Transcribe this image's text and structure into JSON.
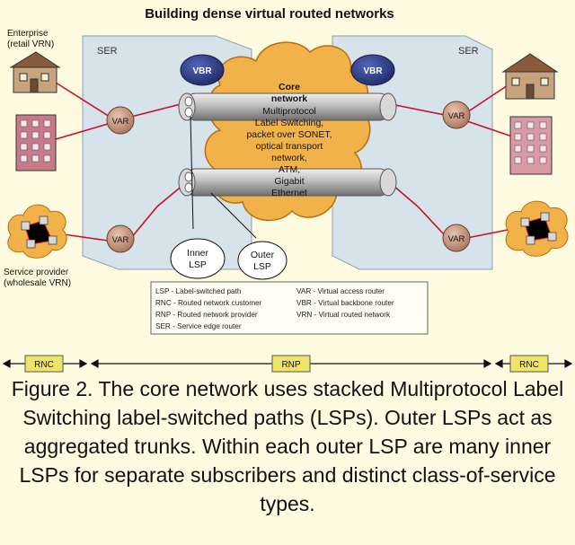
{
  "title": "Building dense virtual routed networks",
  "ser_left": "SER",
  "ser_right": "SER",
  "vbr": "VBR",
  "var": "VAR",
  "enterprise_label": [
    "Enterprise",
    "(retail VRN)"
  ],
  "provider_label": [
    "Service provider",
    "(wholesale VRN)"
  ],
  "core_title": [
    "Core",
    "network"
  ],
  "core_body": [
    "Multiprotocol",
    "Label Switching,",
    "packet over SONET,",
    "optical transport",
    "network,",
    "ATM,",
    "Gigabit",
    "Ethernet"
  ],
  "inner_lsp": [
    "Inner",
    "LSP"
  ],
  "outer_lsp": [
    "Outer",
    "LSP"
  ],
  "legend_left": [
    "LSP - Label-switched path",
    "RNC - Routed network customer",
    "RNP - Routed network provider",
    "SER - Service edge router"
  ],
  "legend_right": [
    "VAR - Virtual access router",
    "VBR - Virtual backbone router",
    "VRN - Virtual routed network"
  ],
  "scale_labels": [
    "RNC",
    "RNP",
    "RNC"
  ],
  "caption": "Figure 2. The core network uses stacked Multiprotocol Label Switching label-switched paths (LSPs). Outer LSPs act as aggregated trunks. Within each outer LSP are many inner LSPs for separate subscribers and distinct class-of-service types.",
  "colors": {
    "background": "#fffbe0",
    "panel": "#d6e3ea",
    "cloud": "#f2b24a",
    "router": "#c99880",
    "vbr": "#2f3f8f",
    "link": "#c8102e",
    "pipe": "#b9b9b9",
    "label_box": "#f0e36a"
  }
}
